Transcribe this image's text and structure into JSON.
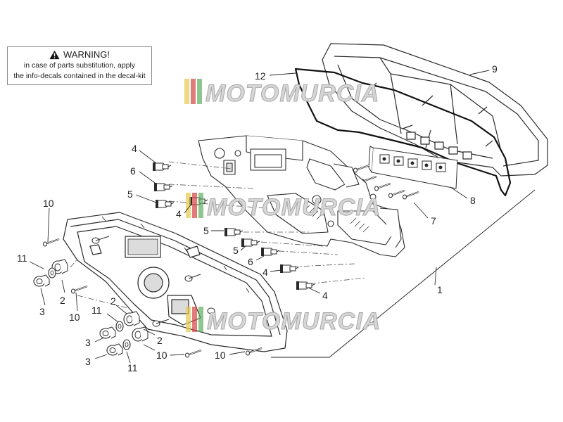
{
  "warning": {
    "title": "WARNING!",
    "line1": "in case of parts substitution, apply",
    "line2": "the info-decals contained in the decal-kit"
  },
  "watermark": {
    "text": "MOTOMURCIA",
    "colors": [
      "#e8c94a",
      "#d64545",
      "#5fae5f"
    ]
  },
  "callouts": {
    "c12": "12",
    "c9": "9",
    "c4a": "4",
    "c6a": "6",
    "c5a": "5",
    "c4b": "4",
    "c8": "8",
    "c7": "7",
    "c10a": "10",
    "c5b": "5",
    "c5c": "5",
    "c6b": "6",
    "c4c": "4",
    "c4d": "4",
    "c1": "1",
    "c11a": "11",
    "c2a": "2",
    "c3a": "3",
    "c10b": "10",
    "c11b": "11",
    "c2b": "2",
    "c2c": "2",
    "c3b": "3",
    "c3c": "3",
    "c11c": "11",
    "c10c": "10",
    "c10d": "10"
  },
  "colors": {
    "line": "#2a2a2a",
    "fill": "#ffffff",
    "shade": "#dcdcdc",
    "watermark_text": "#d6d6d6"
  }
}
